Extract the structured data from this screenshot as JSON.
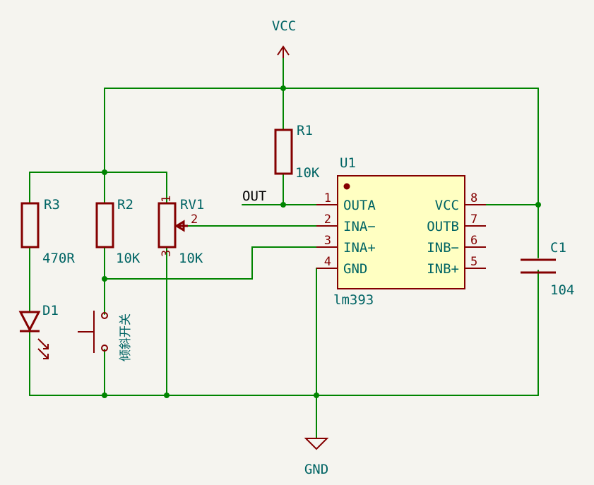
{
  "power": {
    "vcc": "VCC",
    "gnd": "GND"
  },
  "net_label": "OUT",
  "components": {
    "r1": {
      "ref": "R1",
      "value": "10K"
    },
    "r2": {
      "ref": "R2",
      "value": "10K"
    },
    "r3": {
      "ref": "R3",
      "value": "470R"
    },
    "rv1": {
      "ref": "RV1",
      "value": "10K",
      "pins": [
        "1",
        "2",
        "3"
      ]
    },
    "d1": {
      "ref": "D1"
    },
    "sw": {
      "label": "倾斜开关"
    },
    "c1": {
      "ref": "C1",
      "value": "104"
    },
    "u1": {
      "ref": "U1",
      "value": "lm393",
      "left_pins": [
        {
          "num": "1",
          "name": "OUTA"
        },
        {
          "num": "2",
          "name": "INA−"
        },
        {
          "num": "3",
          "name": "INA+"
        },
        {
          "num": "4",
          "name": "GND"
        }
      ],
      "right_pins": [
        {
          "num": "8",
          "name": "VCC"
        },
        {
          "num": "7",
          "name": "OUTB"
        },
        {
          "num": "6",
          "name": "INB−"
        },
        {
          "num": "5",
          "name": "INB+"
        }
      ]
    }
  },
  "colors": {
    "wire": "#008400",
    "symbol": "#840000",
    "text": "#006464",
    "background": "#f5f4ef"
  }
}
